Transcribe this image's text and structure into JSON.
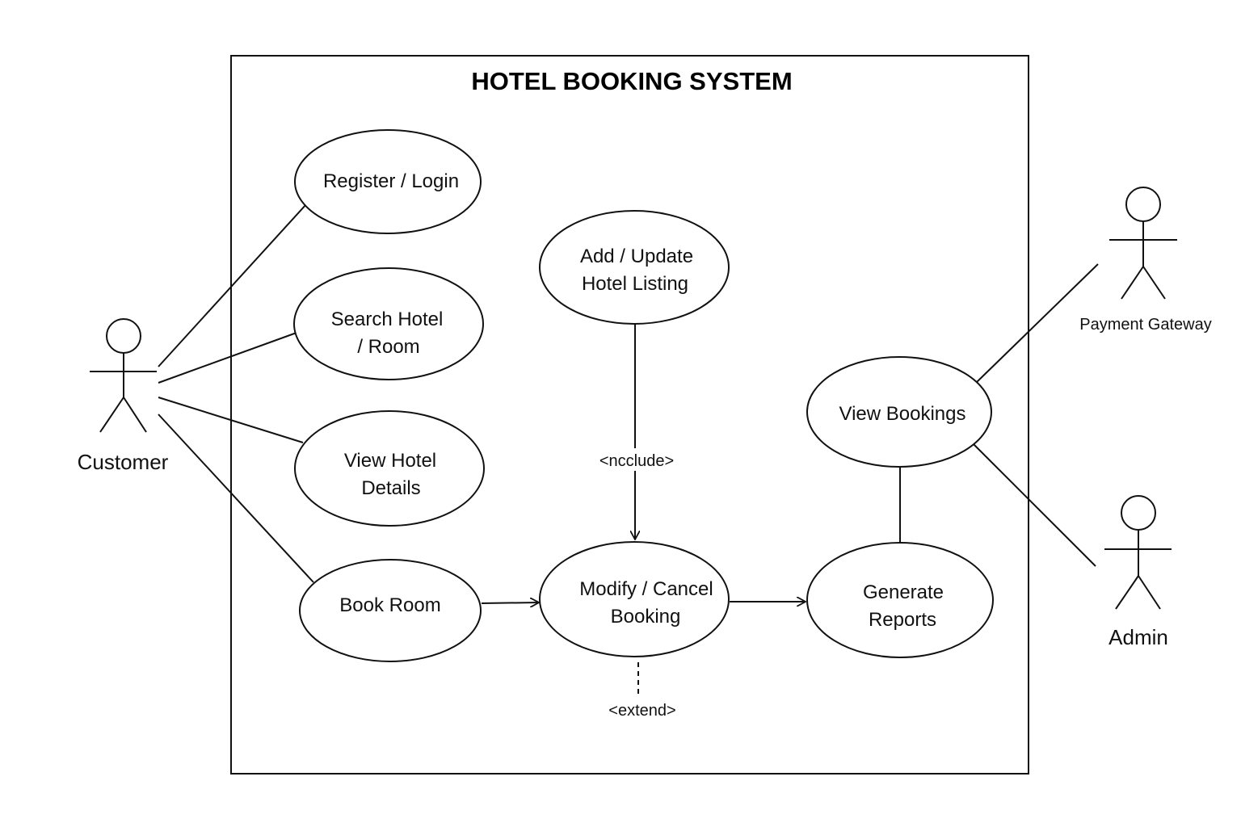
{
  "system": {
    "title": "HOTEL BOOKING SYSTEM"
  },
  "actors": {
    "customer": "Customer",
    "payment_gateway": "Payment Gateway",
    "admin": "Admin"
  },
  "use_cases": {
    "register_login": [
      "Register / Login"
    ],
    "search_hotel": [
      "Search Hotel",
      "/ Room"
    ],
    "view_hotel_details": [
      "View Hotel",
      "Details"
    ],
    "book_room": [
      "Book Room"
    ],
    "add_update_listing": [
      "Add / Update",
      "Hotel Listing"
    ],
    "modify_cancel_booking": [
      "Modify / Cancel",
      "Booking"
    ],
    "view_bookings": [
      "View Bookings"
    ],
    "generate_reports": [
      "Generate",
      "Reports"
    ]
  },
  "relations": {
    "include_label": "<ncclude>",
    "extend_label": "<extend>"
  }
}
